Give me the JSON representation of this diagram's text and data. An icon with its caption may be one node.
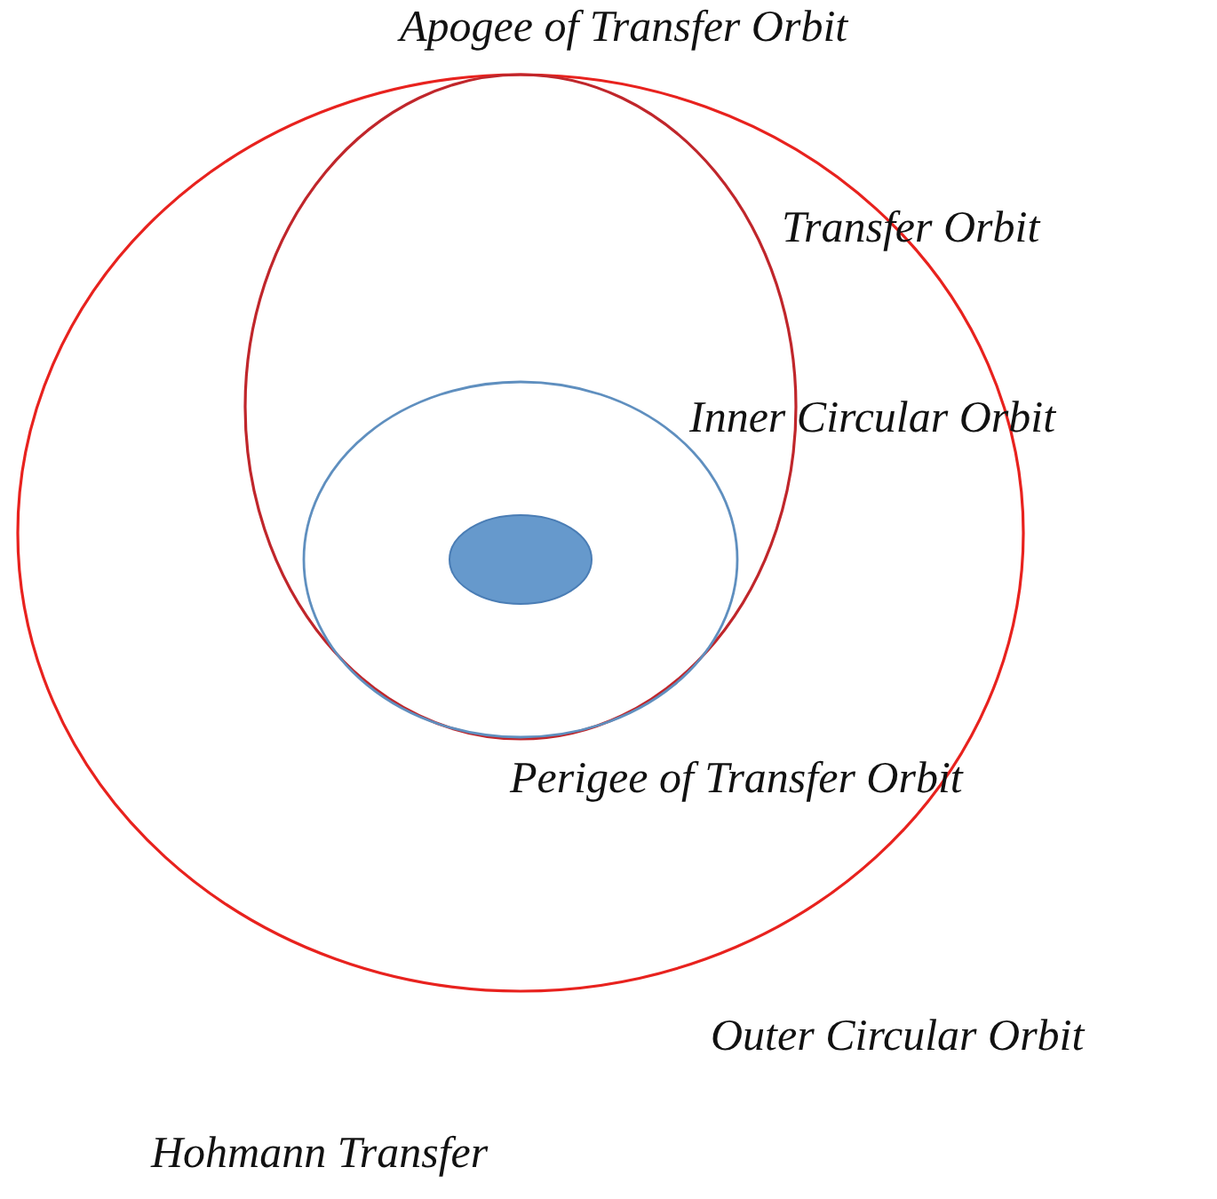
{
  "diagram": {
    "caption": "Hohmann Transfer",
    "labels": [
      "Apogee of Transfer Orbit",
      "Transfer Orbit",
      "Inner Circular Orbit",
      "Perigee of Transfer Orbit",
      "Outer Circular Orbit"
    ]
  }
}
